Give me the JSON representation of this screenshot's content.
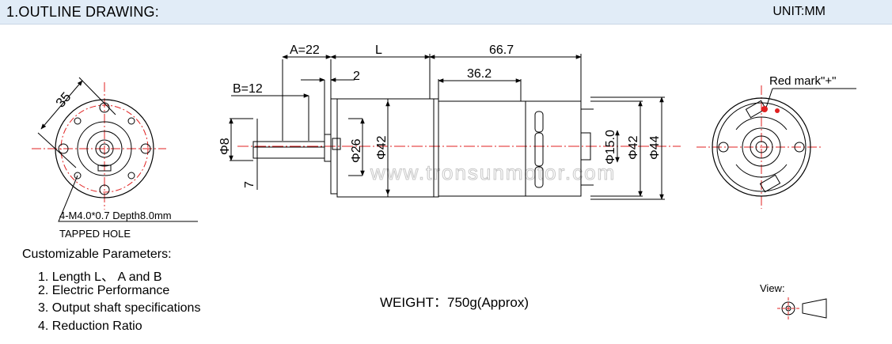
{
  "header": {
    "title": "1.OUTLINE DRAWING:",
    "unit": "UNIT:MM"
  },
  "dimensions": {
    "face_pcd": "35",
    "thread_line1": "4-M4.0*0.7 Depth8.0mm",
    "thread_line2": "TAPPED HOLE",
    "a_len": "A=22",
    "l_len": "L",
    "motor_len": "66.7",
    "b_len": "B=12",
    "shoulder": "2",
    "can_len": "36.2",
    "shaft_dia": "Φ8",
    "flat": "7",
    "boss_dia": "Φ26",
    "gear_dia": "Φ42",
    "motor_boss": "Φ15.0",
    "motor_dia": "Φ42",
    "overall_dia": "Φ44",
    "red_mark": "Red mark\"+\""
  },
  "watermark": "www.tronsunmotor.com",
  "params": {
    "title": "Customizable Parameters:",
    "items": [
      "1. Length  L、 A and B",
      "2. Electric Performance",
      "3. Output shaft specifications",
      "4. Reduction Ratio"
    ]
  },
  "weight": "WEIGHT：750g(Approx)",
  "view_label": "View:",
  "colors": {
    "header_bg": "#e1ecf7",
    "center_line": "#e02020",
    "red_mark": "#e02020",
    "watermark": "#c8c8c8"
  }
}
